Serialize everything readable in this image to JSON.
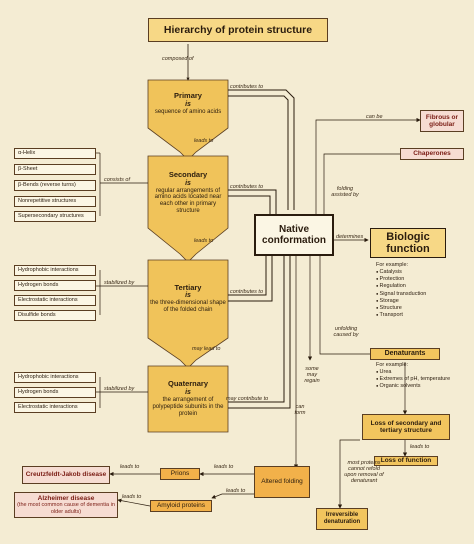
{
  "title": "Hierarchy of protein structure",
  "stages": {
    "primary": {
      "name": "Primary",
      "is": "is",
      "desc": "sequence of amino acids"
    },
    "secondary": {
      "name": "Secondary",
      "is": "is",
      "desc": "regular arrangements of amino acids located near each other in primary structure"
    },
    "tertiary": {
      "name": "Tertiary",
      "is": "is",
      "desc": "the three-dimensional shape of the folded chain"
    },
    "quaternary": {
      "name": "Quaternary",
      "is": "is",
      "desc": "the arrangement of polypeptide subunits in the protein"
    }
  },
  "native": {
    "line1": "Native",
    "line2": "conformation"
  },
  "biologic": {
    "line1": "Biologic",
    "line2": "function",
    "for_example": "For example:",
    "items": [
      "Catalysis",
      "Protection",
      "Regulation",
      "Signal transduction",
      "Storage",
      "Structure",
      "Transport"
    ]
  },
  "secondary_list": [
    "α-Helix",
    "β-Sheet",
    "β-Bends (reverse turns)",
    "Nonrepetitive structures",
    "Supersecondary structures"
  ],
  "tertiary_list": [
    "Hydrophobic interactions",
    "Hydrogen bonds",
    "Electrostatic interactions",
    "Disulfide bonds"
  ],
  "quaternary_list": [
    "Hydrophobic interactions",
    "Hydrogen bonds",
    "Electrostatic interactions"
  ],
  "fibrous": "Fibrous or globular",
  "chaperones": "Chaperones",
  "denaturants": {
    "title": "Denaturants",
    "for_example": "For example:",
    "items": [
      "Urea",
      "Extremes of pH, temperature",
      "Organic solvents"
    ]
  },
  "loss_secondary": "Loss of secondary and tertiary structure",
  "loss_function": "Loss of function",
  "irreversible": "Irreversible denaturation",
  "altered": "Altered folding",
  "prions": "Prions",
  "amyloid": "Amyloid proteins",
  "cjd": "Creutzfeldt-Jakob disease",
  "alzheimer": {
    "title": "Alzheimer disease",
    "sub": "(the most common cause of dementia in older adults)"
  },
  "labels": {
    "composed_of": "composed of",
    "leads_to": "leads to",
    "may_lead_to": "may lead to",
    "contributes_to": "contributes to",
    "may_contribute_to": "may contribute to",
    "consists_of": "consists of",
    "stabilized_by": "stabilized by",
    "can_be": "can be",
    "folding_assisted_by": "folding assisted by",
    "determines": "determines",
    "unfolding_caused_by": "unfolding caused by",
    "some_may_regain": "some may regain",
    "can_form": "can form",
    "most_proteins": "most proteins cannot refold upon removal of denaturant"
  },
  "colors": {
    "arrow": "#2a1c0e",
    "gold": "#f0c35a",
    "cream": "#fbf6e4",
    "pink": "#f6dcd2"
  }
}
